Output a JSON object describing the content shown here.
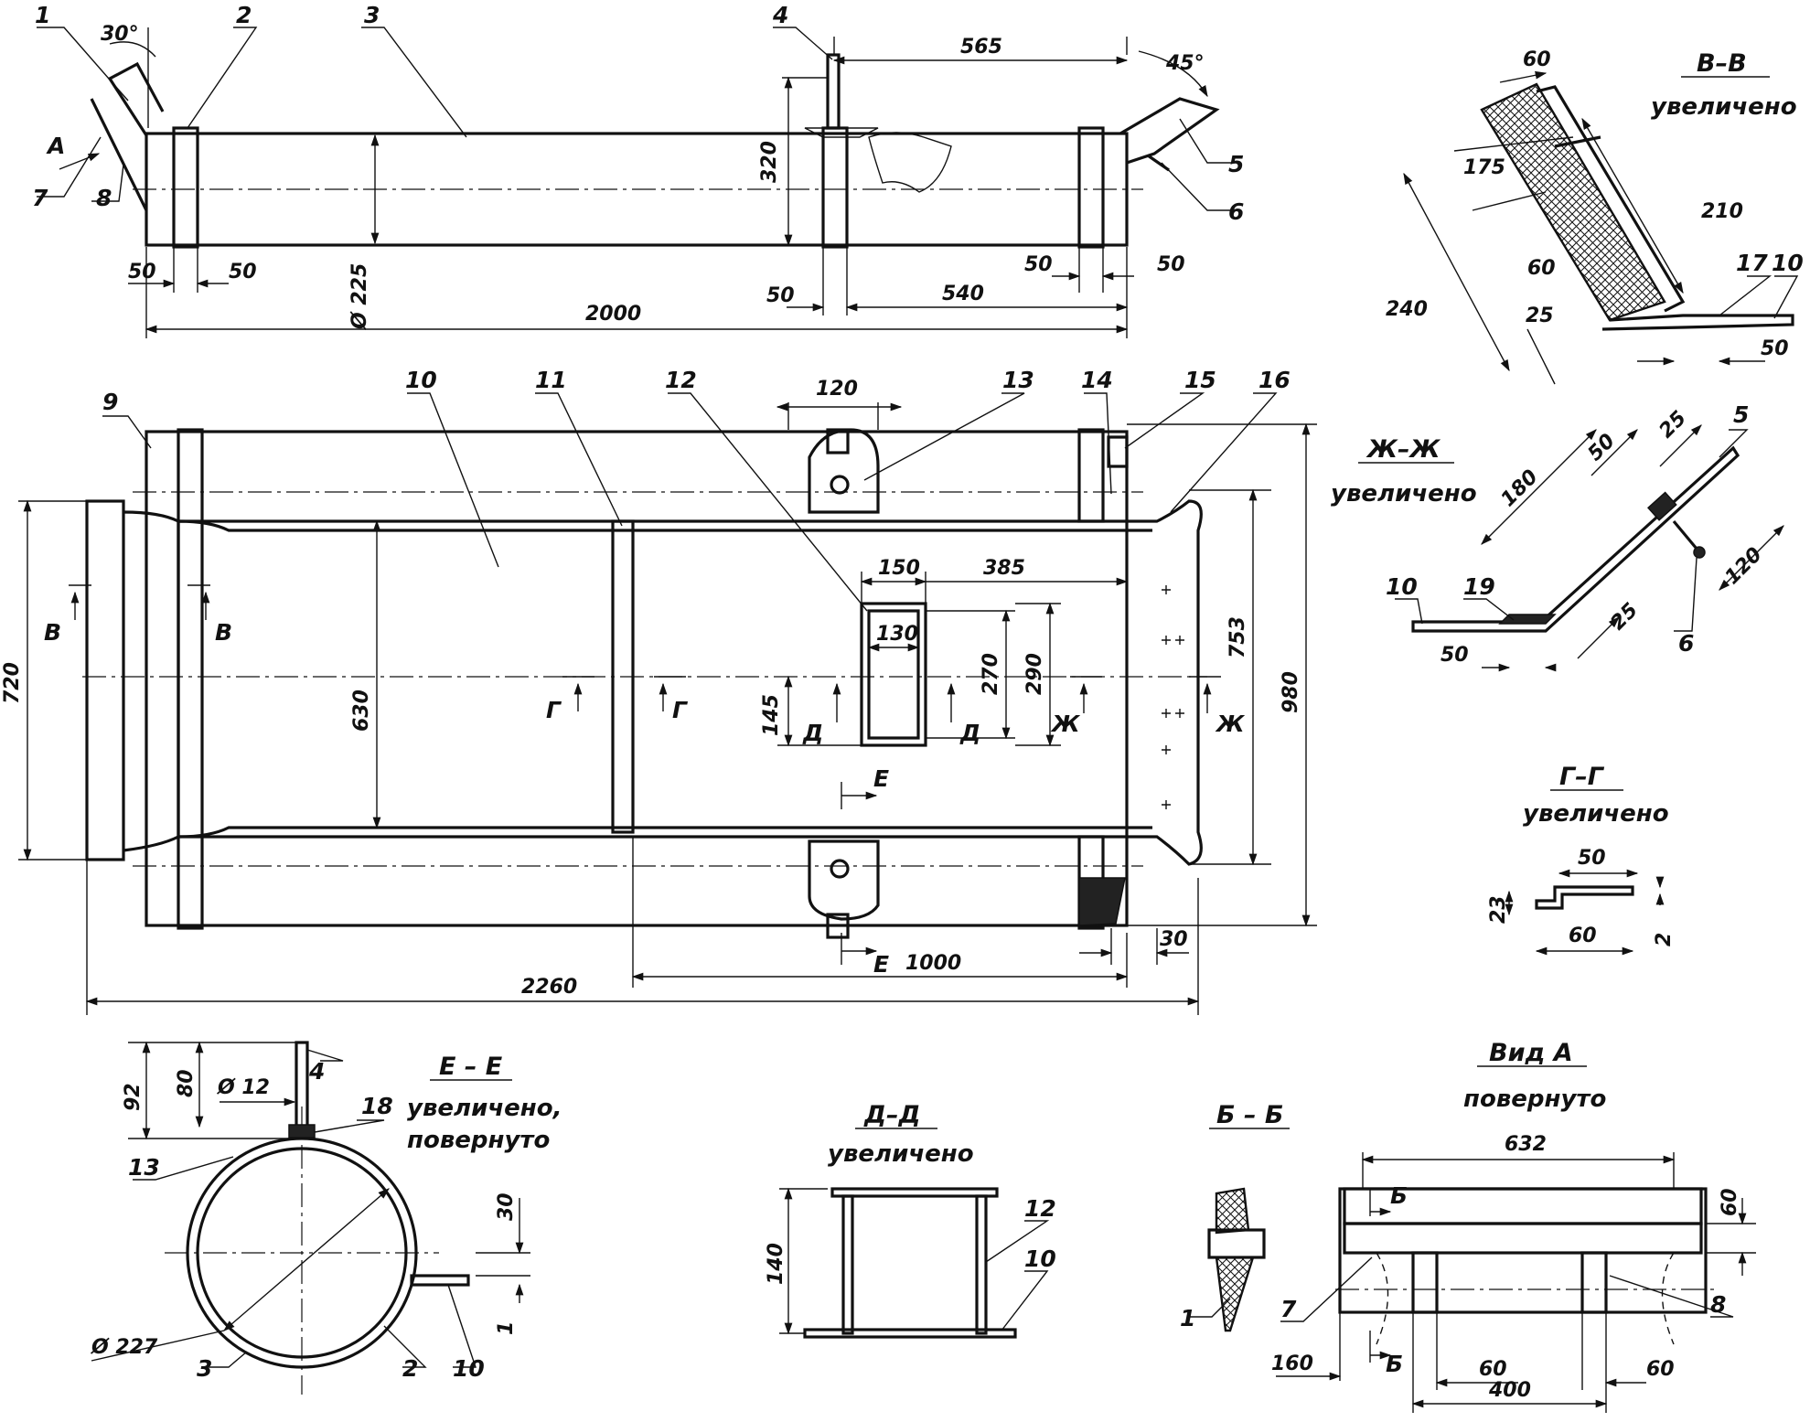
{
  "dimensions": {
    "d30deg": "30°",
    "d565": "565",
    "d45deg": "45°",
    "d320": "320",
    "d225": "Ø 225",
    "d50a": "50",
    "d50b": "50",
    "d50c": "50",
    "d540": "540",
    "d50d": "50",
    "d50e": "50",
    "d2000": "2000",
    "d120": "120",
    "d150": "150",
    "d385": "385",
    "d130": "130",
    "d270": "270",
    "d290": "290",
    "d145": "145",
    "d630": "630",
    "d720": "720",
    "d753": "753",
    "d980": "980",
    "d1000": "1000",
    "d30b": "30",
    "d2260": "2260",
    "vv60": "60",
    "vv175": "175",
    "vv60b": "60",
    "vv210": "210",
    "vv240": "240",
    "vv25": "25",
    "vv50": "50",
    "zz180": "180",
    "zz50": "50",
    "zz25": "25",
    "zz120": "120",
    "zz25b": "25",
    "zz50b": "50",
    "gg50": "50",
    "gg23": "23",
    "gg2": "2",
    "gg60": "60",
    "ee92": "92",
    "ee80": "80",
    "ee12": "Ø 12",
    "ee30": "30",
    "ee1": "1",
    "ee227": "Ø 227",
    "dd140": "140",
    "va632": "632",
    "va60": "60",
    "va160": "160",
    "va60b": "60",
    "va400": "400",
    "va60c": "60"
  },
  "callouts": {
    "c1": "1",
    "c2": "2",
    "c3": "3",
    "c4": "4",
    "c5": "5",
    "c6": "6",
    "c7": "7",
    "c8": "8",
    "c9": "9",
    "c10": "10",
    "c11": "11",
    "c12": "12",
    "c13": "13",
    "c14": "14",
    "c15": "15",
    "c16": "16",
    "v17": "17",
    "v10": "10",
    "z5": "5",
    "z6": "6",
    "z10": "10",
    "z19": "19",
    "e4": "4",
    "e18": "18",
    "e13": "13",
    "e3": "3",
    "e2": "2",
    "e10": "10",
    "d12": "12",
    "d10": "10",
    "b1": "1",
    "a7": "7",
    "a8": "8"
  },
  "section_marks": {
    "a": "A",
    "v1": "В",
    "v2": "В",
    "g1": "Г",
    "g2": "Г",
    "d1": "Д",
    "d2": "Д",
    "zh1": "Ж",
    "zh2": "Ж",
    "e1": "Е",
    "e2": "Е",
    "b1": "Б",
    "b2": "Б"
  },
  "views": {
    "vv_title": "В–В",
    "vv_sub": "увеличено",
    "zz_title": "Ж–Ж",
    "zz_sub": "увеличено",
    "gg_title": "Г–Г",
    "gg_sub": "увеличено",
    "ee_title": "Е – Е",
    "ee_sub1": "увеличено,",
    "ee_sub2": "повернуто",
    "dd_title": "Д–Д",
    "dd_sub": "увеличено",
    "bb_title": "Б – Б",
    "va_title": "Вид А",
    "va_sub": "повернуто"
  }
}
